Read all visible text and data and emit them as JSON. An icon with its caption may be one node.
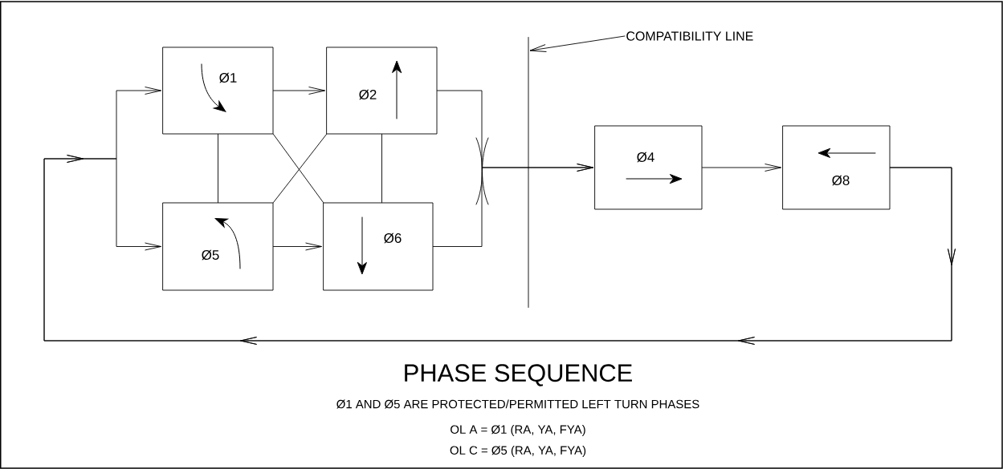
{
  "diagram": {
    "title": "PHASE SEQUENCE",
    "nodes": [
      {
        "text": [
          "Ø1"
        ]
      },
      {
        "text": [
          "Ø2"
        ]
      },
      {
        "text": [
          "Ø5"
        ]
      },
      {
        "text": [
          "Ø6"
        ]
      },
      {
        "text": [
          "Ø4"
        ]
      },
      {
        "text": [
          "Ø8"
        ]
      },
      {
        "text": [],
        "shape": "bar"
      },
      {
        "text": [
          "COMPATIBILITY LINE"
        ]
      }
    ],
    "edges": [
      {
        "from": 5,
        "to": 0,
        "arrow": "to"
      },
      {
        "from": 5,
        "to": 2,
        "arrow": "to"
      },
      {
        "from": 0,
        "to": 1,
        "arrow": "to"
      },
      {
        "from": 2,
        "to": 3,
        "arrow": "to"
      },
      {
        "from": 1,
        "to": 4,
        "arrow": "to"
      },
      {
        "from": 3,
        "to": 4,
        "arrow": "to"
      },
      {
        "from": 4,
        "to": 5,
        "arrow": "to"
      },
      {
        "from": 0,
        "to": 2,
        "arrow": "none"
      },
      {
        "from": 1,
        "to": 3,
        "arrow": "none"
      },
      {
        "from": 0,
        "to": 3,
        "arrow": "none"
      },
      {
        "from": 2,
        "to": 1,
        "arrow": "none"
      },
      {
        "from": 7,
        "to": 6,
        "arrow": "to"
      }
    ],
    "labels": [
      "Ø1 AND Ø5 ARE PROTECTED/PERMITTED LEFT TURN PHASES",
      "OL A = Ø1 (RA, YA, FYA)",
      "OL C = Ø5 (RA, YA, FYA)"
    ]
  }
}
